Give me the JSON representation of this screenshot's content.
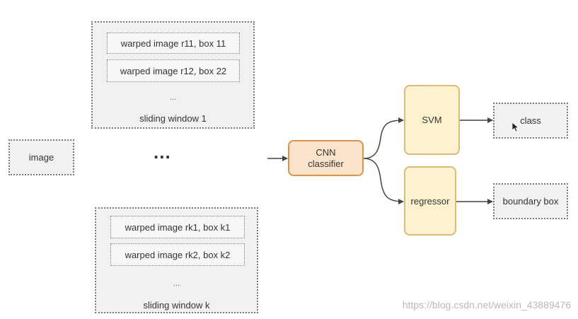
{
  "diagram": {
    "input_label": "image",
    "between_windows": "...",
    "windows": [
      {
        "caption": "sliding window 1",
        "ellipsis": "...",
        "crops": [
          "warped image r11, box 11",
          "warped image r12, box 22"
        ]
      },
      {
        "caption": "sliding window k",
        "ellipsis": "...",
        "crops": [
          "warped image rk1, box k1",
          "warped image rk2, box k2"
        ]
      }
    ],
    "cnn_label": "CNN\nclassifier",
    "svm_label": "SVM",
    "regressor_label": "regressor",
    "class_label": "class",
    "bbox_label": "boundary box"
  },
  "watermark": "https://blog.csdn.net/weixin_43889476",
  "colors": {
    "dotted_border": "#7a7a7a",
    "dotted_fill": "#f1f1f1",
    "cnn_border": "#d9944a",
    "cnn_fill": "#fbe3cc",
    "head_border": "#d8bd73",
    "head_fill": "#fdf1cf",
    "arrow": "#444444"
  },
  "icons": {
    "cursor": "mouse-pointer-icon"
  }
}
